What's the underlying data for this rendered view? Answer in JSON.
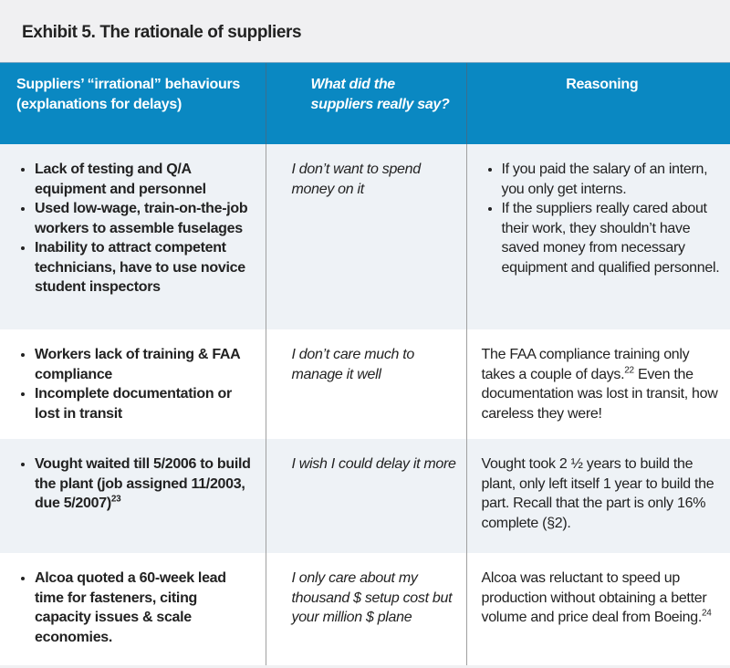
{
  "title": "Exhibit 5. The rationale of suppliers",
  "headers": [
    "Suppliers’ “irrational” behaviours (explanations for delays)",
    "What did the suppliers really say?",
    "Reasoning"
  ],
  "rows": [
    {
      "behaviours": [
        "Lack of testing and Q/A equipment and personnel",
        "Used low-wage, train-on-the-job workers to assemble fuselages",
        "Inability to attract competent technicians, have to use novice student inspectors"
      ],
      "said": "I don’t want to spend money on it",
      "reasoning": [
        "If you paid the salary of an intern, you only get interns.",
        "If the suppliers really cared about their work, they shouldn’t have saved money from necessary equipment and qualified personnel."
      ]
    },
    {
      "behaviours": [
        "Workers lack of training & FAA compliance",
        "Incomplete documentation or lost in transit"
      ],
      "said": "I don’t care much to manage it well",
      "reasoning_text": "The FAA compliance training only takes a couple of days.",
      "reasoning_sup": "22",
      "reasoning_text2": " Even the documentation was lost in transit, how careless they were!"
    },
    {
      "behaviours": [
        "Vought waited till 5/2006 to build the plant (job assigned 11/2003, due 5/2007)"
      ],
      "behaviour_sup": "23",
      "said": "I wish I could delay it more",
      "reasoning_text": "Vought took 2 ½ years to build the plant, only left itself 1 year to build the part. Recall that the part is only 16% complete (§2)."
    },
    {
      "behaviours": [
        "Alcoa quoted a 60-week lead time for fasteners, citing capacity issues & scale economies."
      ],
      "said": "I only care about my thousand $ setup cost but your million $ plane",
      "reasoning_text": "Alcoa was reluctant to speed up production without obtaining a better volume and price deal from Boeing.",
      "reasoning_sup": "24"
    }
  ]
}
